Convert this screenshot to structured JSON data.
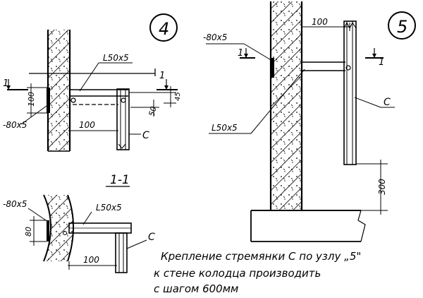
{
  "node_4": {
    "number": "4",
    "angle_label": "L50x5",
    "plate_label": "-80x5",
    "section_mark": "1",
    "dim_100_height": "100",
    "dim_100_length": "100",
    "dim_50": "50",
    "dim_45": "45",
    "ladder_label": "C"
  },
  "node_5": {
    "number": "5",
    "angle_label": "L50x5",
    "plate_label": "-80x5",
    "section_mark": "1",
    "dim_100": "100",
    "dim_300": "300",
    "ladder_label": "C"
  },
  "section_1_1": {
    "title": "1-1",
    "plate_label": "-80x5",
    "angle_label": "L50x5",
    "dim_80": "80",
    "dim_100": "100",
    "ladder_label": "C"
  },
  "note": {
    "line1": "Крепление стремянки С по узлу „5\"",
    "line2": "к стене колодца производить",
    "line3": "с шагом 600мм"
  }
}
